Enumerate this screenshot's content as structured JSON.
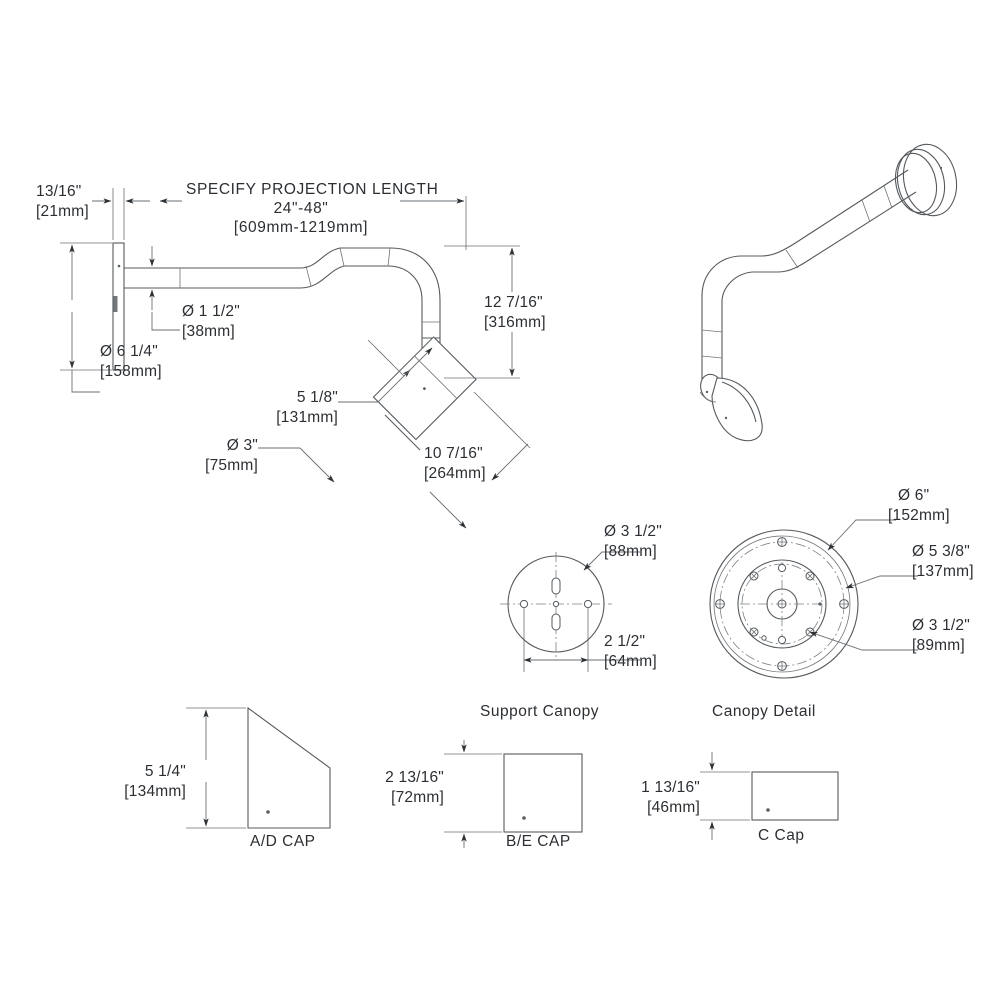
{
  "drawing": {
    "type": "dimensional-technical-drawing",
    "subject": "Gooseneck wall mount light fixture",
    "units_primary": "inches",
    "units_secondary": "millimeters",
    "background_color": "#ffffff",
    "line_color": "#555a5e",
    "text_color": "#2b2f33"
  },
  "main_assembly": {
    "title_line1": "SPECIFY PROJECTION LENGTH",
    "title_line2": "24\"-48\"",
    "title_line3": "[609mm-1219mm]",
    "dimensions": {
      "backplate_thickness": {
        "imperial": "13/16\"",
        "metric": "[21mm]"
      },
      "backplate_diameter": {
        "imperial": "Ø 6 1/4\"",
        "metric": "[158mm]"
      },
      "arm_diameter": {
        "imperial": "Ø 1 1/2\"",
        "metric": "[38mm]"
      },
      "drop_height": {
        "imperial": "12 7/16\"",
        "metric": "[316mm]"
      },
      "shade_width": {
        "imperial": "5 1/8\"",
        "metric": "[131mm]"
      },
      "shade_neck_diameter": {
        "imperial": "Ø 3\"",
        "metric": "[75mm]"
      },
      "shade_length": {
        "imperial": "10 7/16\"",
        "metric": "[264mm]"
      }
    }
  },
  "support_canopy": {
    "caption": "Support Canopy",
    "diameter": {
      "imperial": "Ø 3 1/2\"",
      "metric": "[88mm]"
    },
    "hole_spacing": {
      "imperial": "2 1/2\"",
      "metric": "[64mm]"
    }
  },
  "canopy_detail": {
    "caption": "Canopy Detail",
    "outer_diameter": {
      "imperial": "Ø 6\"",
      "metric": "[152mm]"
    },
    "bolt_circle_diameter": {
      "imperial": "Ø 5 3/8\"",
      "metric": "[137mm]"
    },
    "inner_diameter": {
      "imperial": "Ø 3 1/2\"",
      "metric": "[89mm]"
    }
  },
  "caps": [
    {
      "id": "ad-cap",
      "caption": "A/D CAP",
      "height": {
        "imperial": "5 1/4\"",
        "metric": "[134mm]"
      },
      "shape": "rectangle-with-diagonal-top-right"
    },
    {
      "id": "be-cap",
      "caption": "B/E CAP",
      "height": {
        "imperial": "2 13/16\"",
        "metric": "[72mm]"
      },
      "shape": "square"
    },
    {
      "id": "c-cap",
      "caption": "C Cap",
      "height": {
        "imperial": "1 13/16\"",
        "metric": "[46mm]"
      },
      "shape": "rectangle"
    }
  ],
  "isometric_view": {
    "description": "3D isometric rendering of gooseneck arm with round wall canopy and angled cone shade"
  }
}
